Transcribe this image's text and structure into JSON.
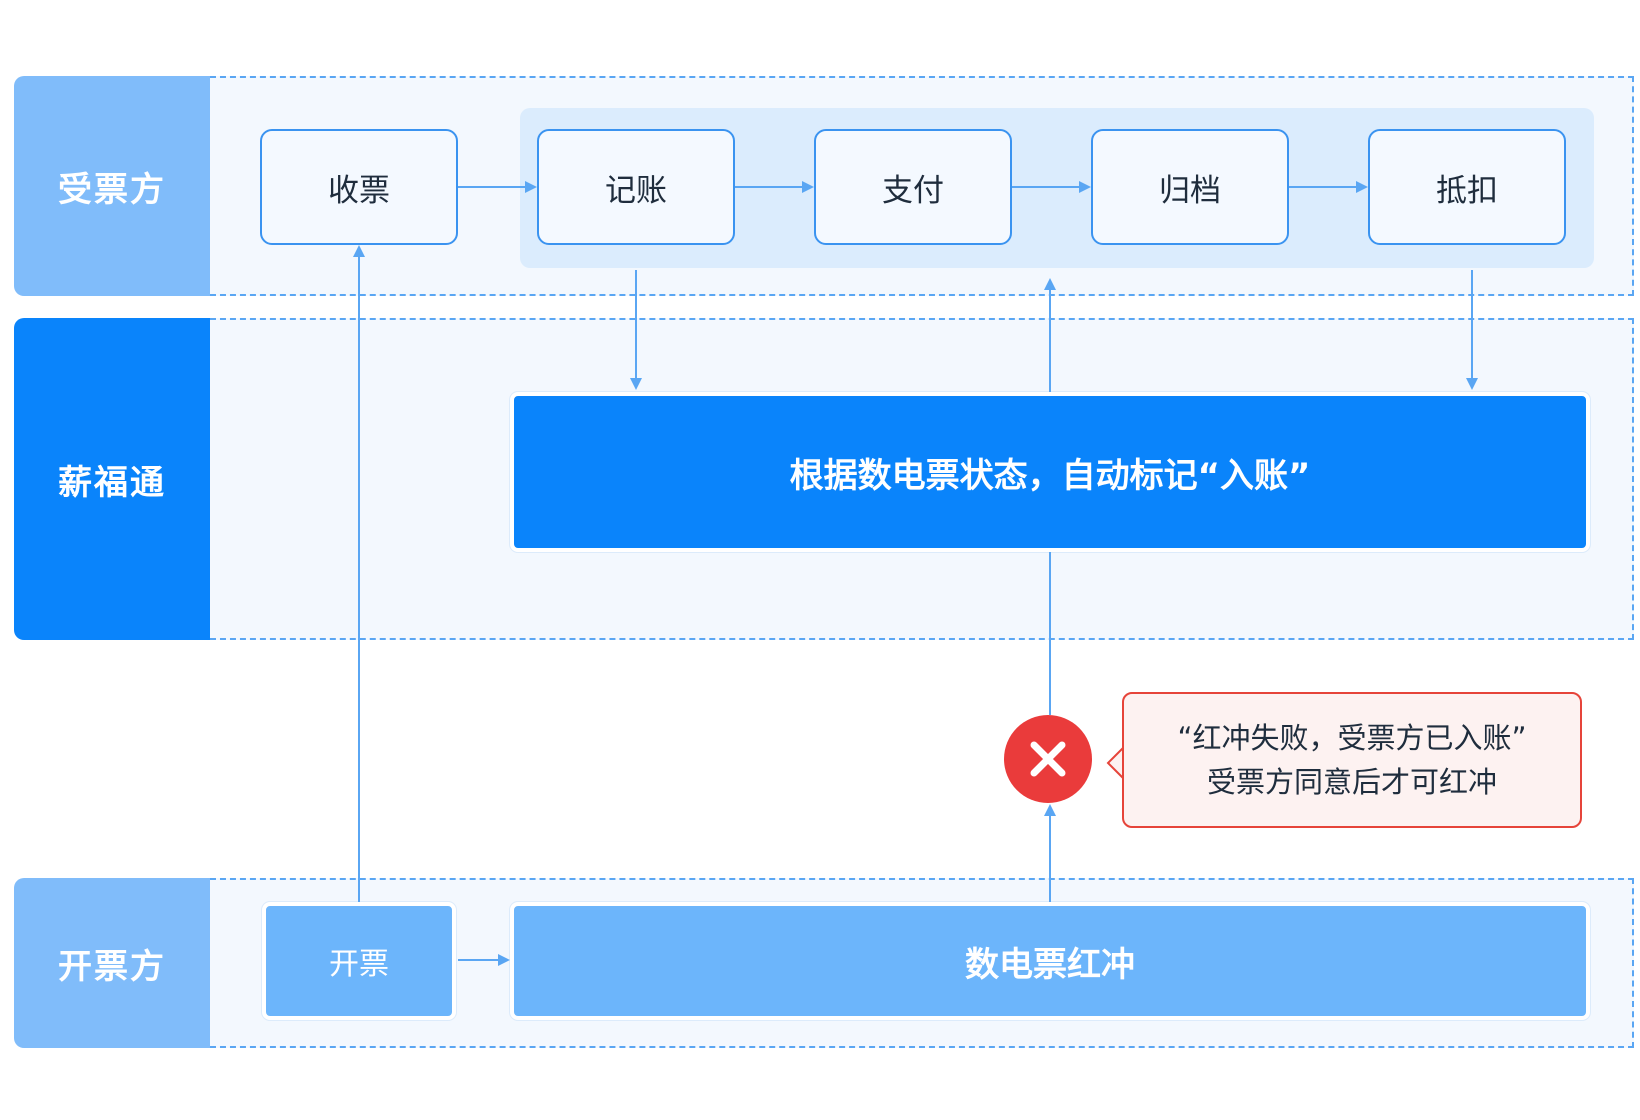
{
  "lanes": {
    "receiver": "受票方",
    "platform": "薪福通",
    "issuer": "开票方"
  },
  "receiver_steps": [
    "收票",
    "记账",
    "支付",
    "归档",
    "抵扣"
  ],
  "platform_action": "根据数电票状态，自动标记“入账”",
  "issuer_steps": {
    "issue": "开票",
    "red_flush": "数电票红冲"
  },
  "error_message": {
    "line1": "“红冲失败，受票方已入账”",
    "line2": "受票方同意后才可红冲"
  },
  "colors": {
    "lane_label_light": "#80bcfa",
    "lane_label_dark": "#0a84fb",
    "step_border": "#3a93f0",
    "primary_bar": "#0a84fb",
    "secondary_bar": "#6cb5fb",
    "error": "#ea3b3b",
    "connector": "#5aa6f3"
  },
  "icons": {
    "error": "close-icon"
  }
}
